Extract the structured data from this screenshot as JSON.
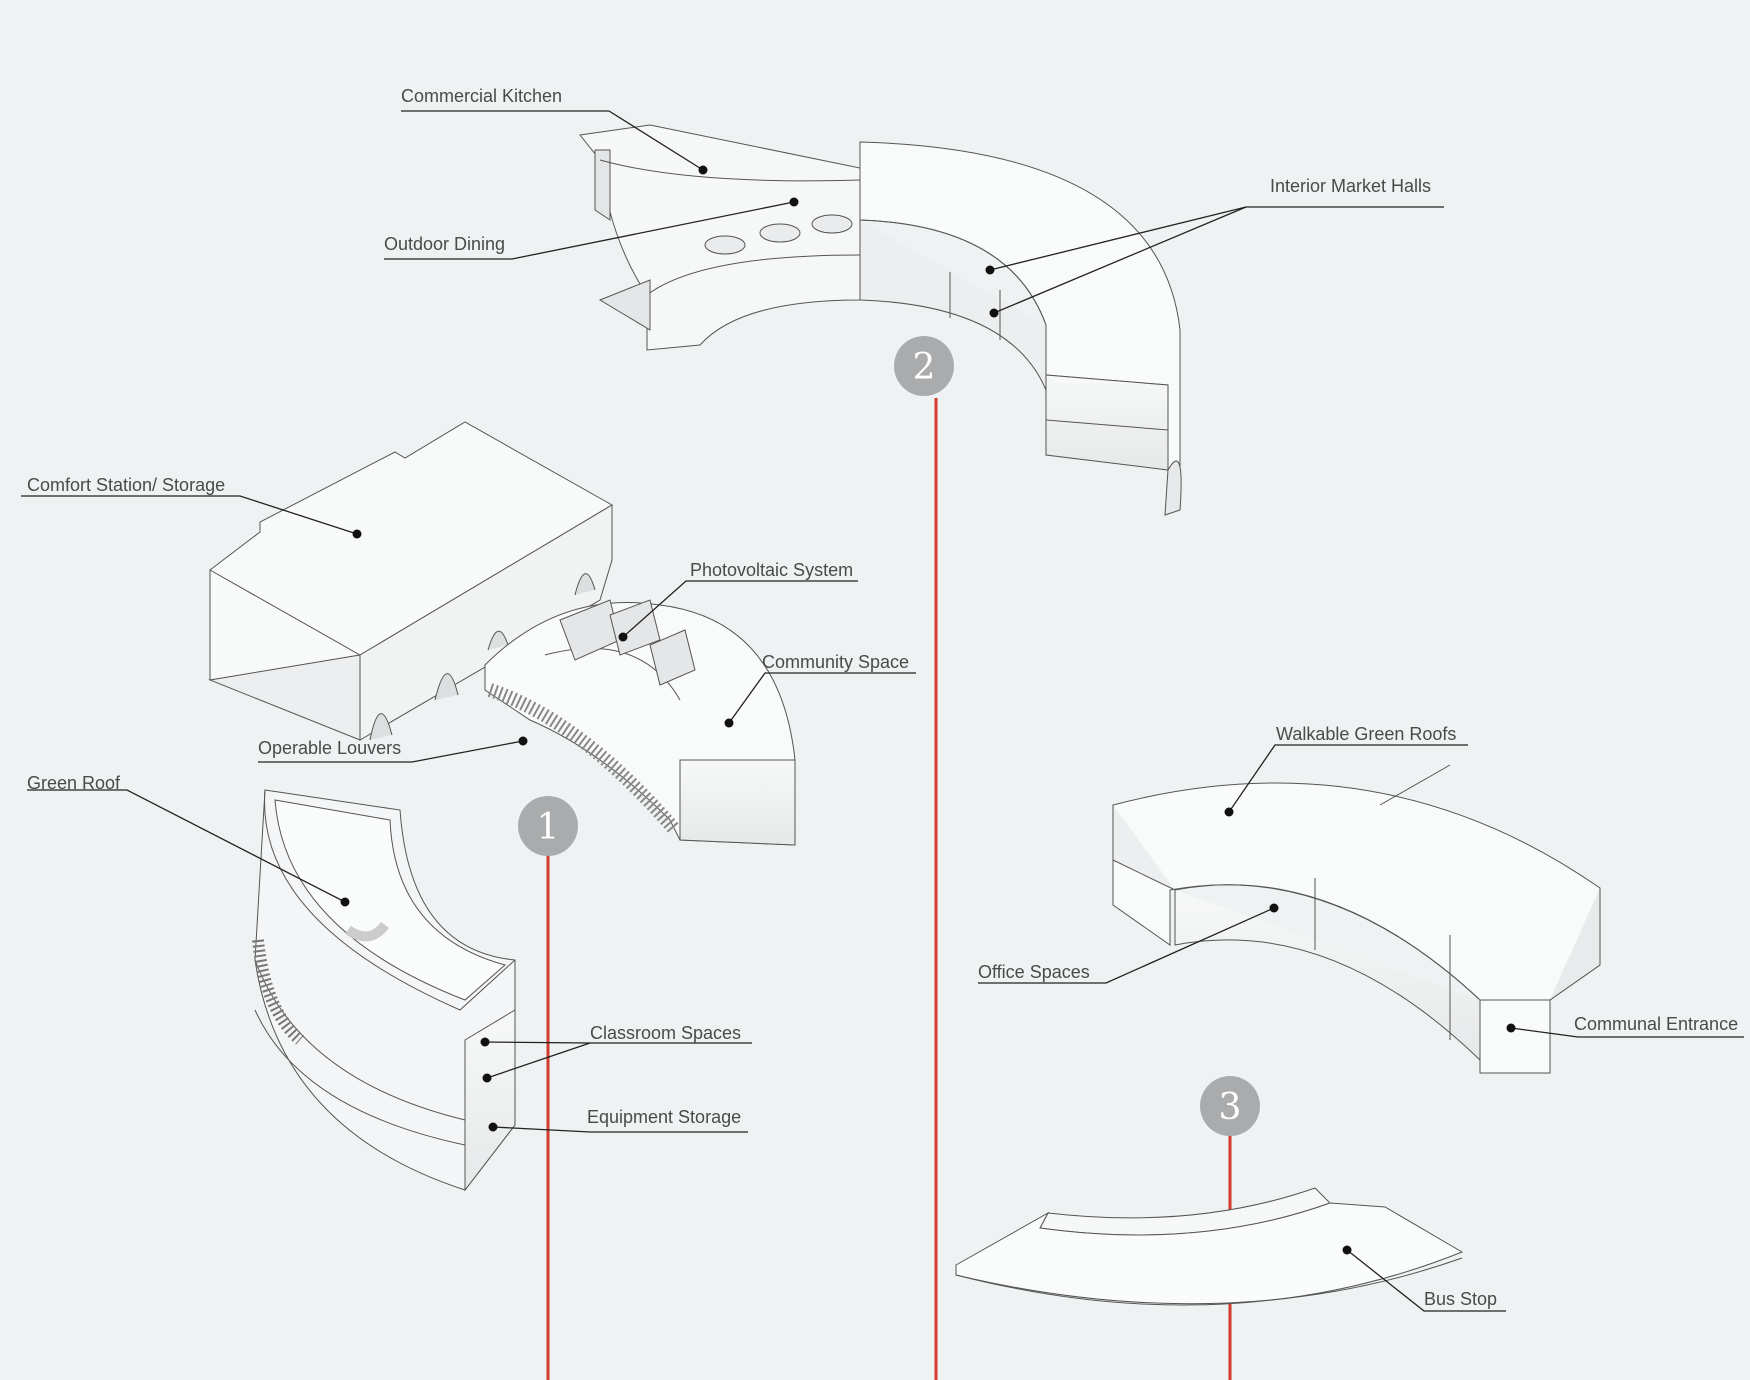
{
  "labels": {
    "commercial_kitchen": "Commercial Kitchen",
    "outdoor_dining": "Outdoor Dining",
    "interior_market_halls": "Interior Market Halls",
    "comfort_station": "Comfort Station/ Storage",
    "photovoltaic": "Photovoltaic System",
    "community_space": "Community Space",
    "operable_louvers": "Operable Louvers",
    "green_roof": "Green Roof",
    "classroom_spaces": "Classroom Spaces",
    "equipment_storage": "Equipment Storage",
    "walkable_green_roofs": "Walkable Green Roofs",
    "office_spaces": "Office Spaces",
    "communal_entrance": "Communal Entrance",
    "bus_stop": "Bus Stop"
  },
  "markers": {
    "one": "1",
    "two": "2",
    "three": "3"
  },
  "colors": {
    "background": "#eff2f3",
    "accent_line": "#d23b2e",
    "marker_fill": "#a9abac",
    "leader": "#222222",
    "label_text": "#4a4a4a"
  }
}
